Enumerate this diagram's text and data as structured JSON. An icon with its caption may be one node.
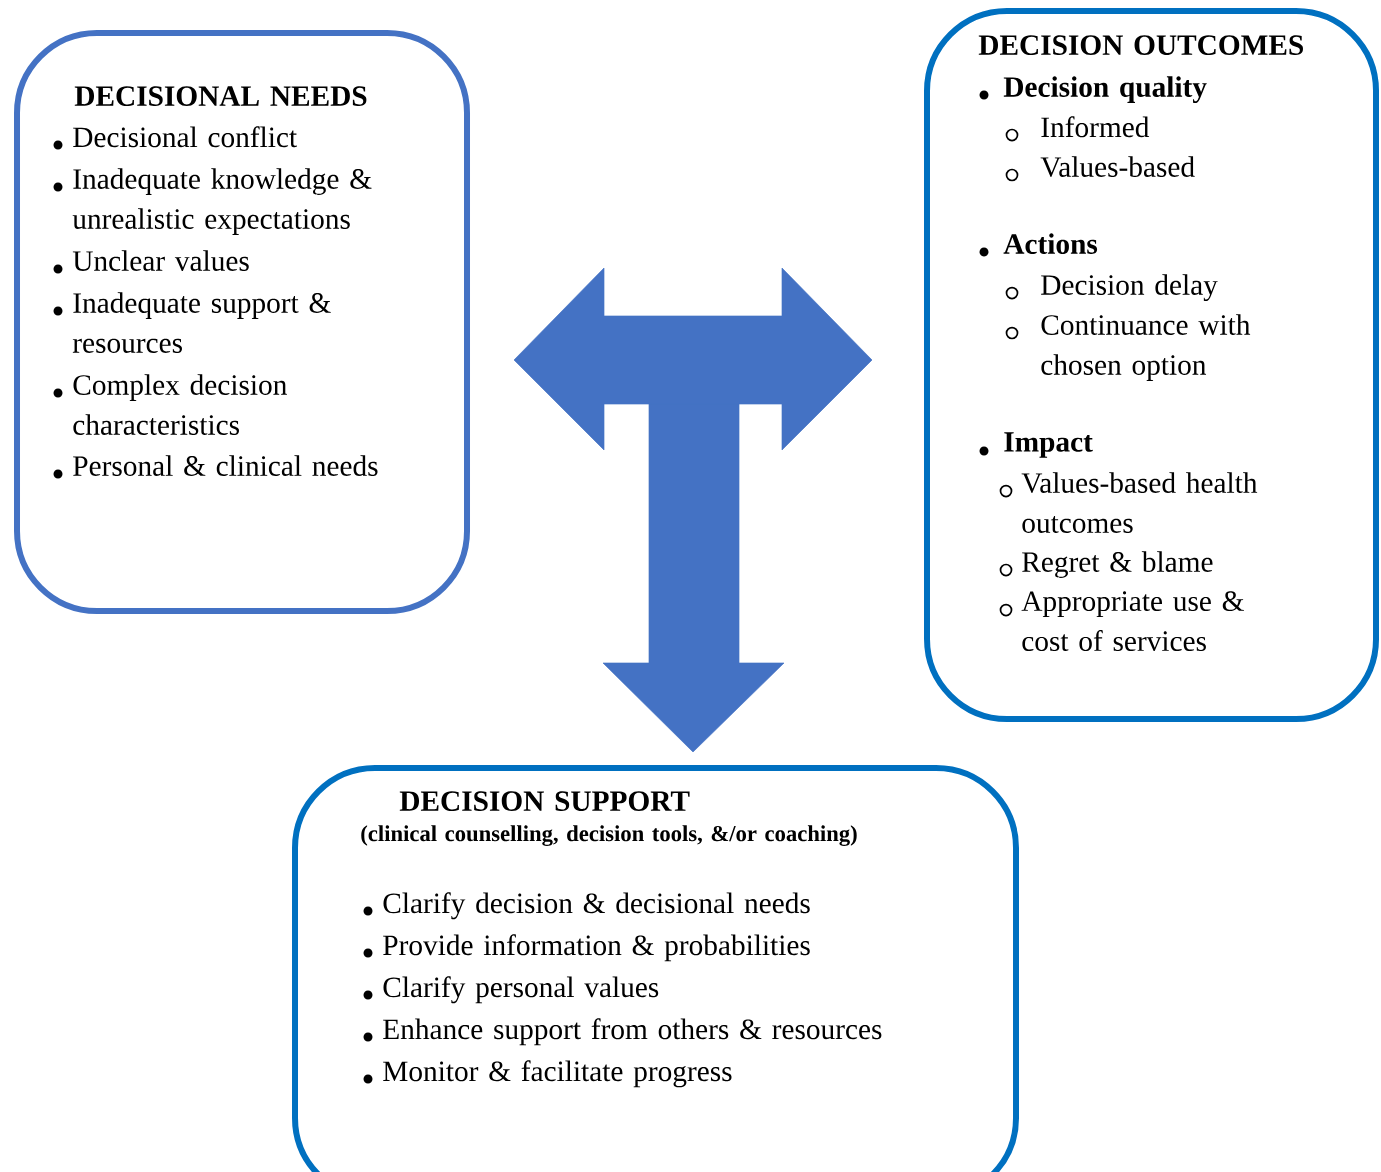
{
  "diagram": {
    "nodes": [
      {
        "text": [
          "DECISIONAL NEEDS",
          "Decisional conflict",
          "Inadequate knowledge & unrealistic expectations",
          "Unclear values",
          "Inadequate support & resources",
          "Complex decision characteristics",
          "Personal & clinical needs"
        ]
      },
      {
        "text": [
          "DECISION OUTCOMES",
          "Decision quality",
          "Informed",
          "Values-based",
          "Actions",
          "Decision delay",
          "Continuance with chosen option",
          "Impact",
          "Values-based health outcomes",
          "Regret & blame",
          "Appropriate use & cost of services"
        ]
      },
      {
        "text": [
          "DECISION SUPPORT",
          "(clinical counselling, decision tools, &/or coaching)",
          "Clarify decision & decisional needs",
          "Provide information & probabilities",
          "Clarify personal values",
          "Enhance support from others & resources",
          "Monitor & facilitate progress"
        ]
      }
    ],
    "edges": [
      {
        "from": 0,
        "to": 1,
        "arrow": "both"
      },
      {
        "from": null,
        "to": 2,
        "arrow": "to"
      }
    ]
  }
}
